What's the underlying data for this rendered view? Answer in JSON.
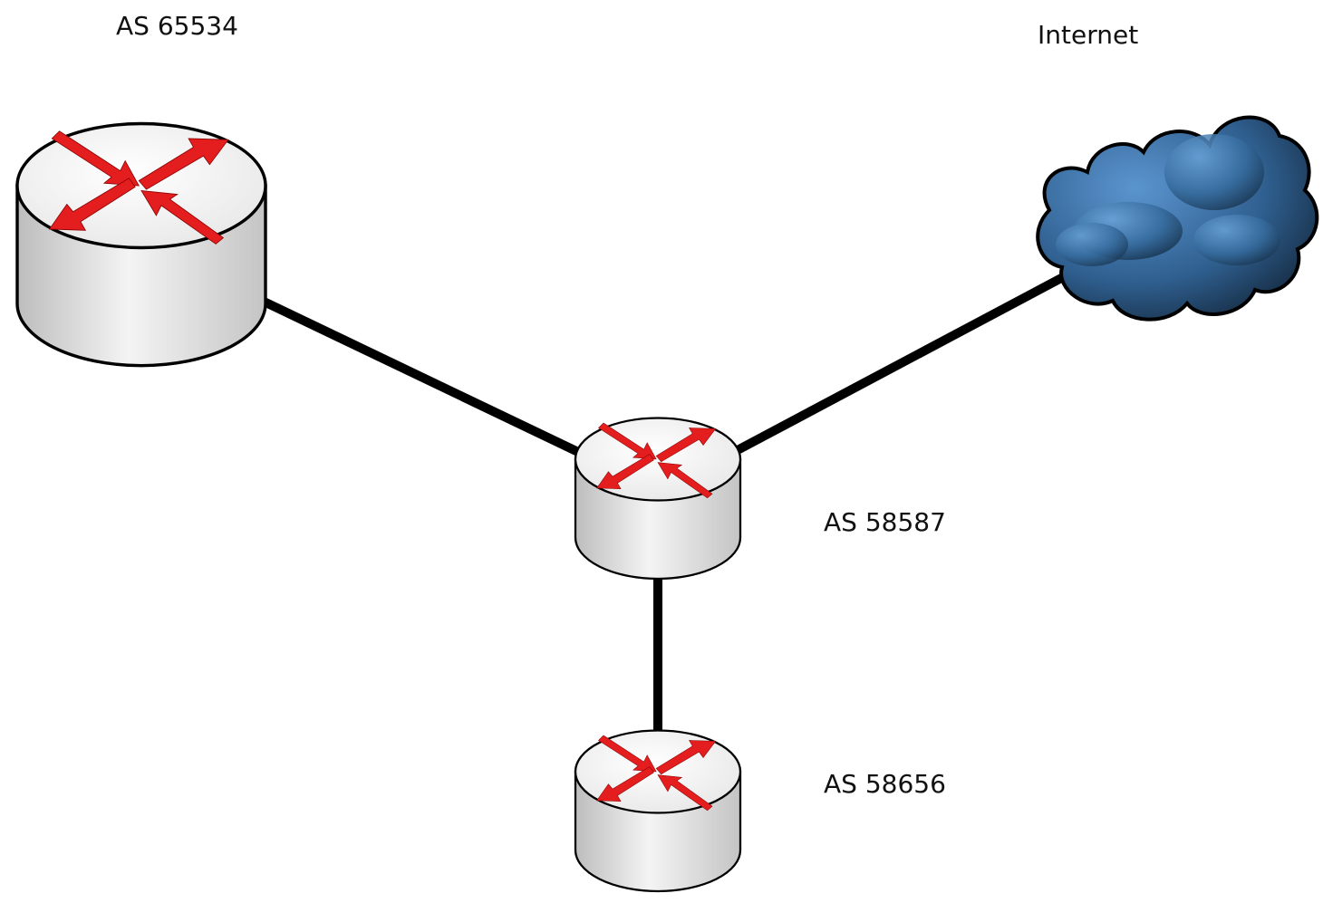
{
  "diagram": {
    "labels": {
      "as_65534": "AS 65534",
      "internet": "Internet",
      "as_58587": "AS 58587",
      "as_58656": "AS 58656"
    },
    "nodes": [
      {
        "id": "router-as65534",
        "kind": "router-icon",
        "label_key": "as_65534"
      },
      {
        "id": "router-as58587",
        "kind": "router-icon",
        "label_key": "as_58587"
      },
      {
        "id": "router-as58656",
        "kind": "router-icon",
        "label_key": "as_58656"
      },
      {
        "id": "internet-cloud",
        "kind": "cloud-icon",
        "label_key": "internet"
      }
    ],
    "links": [
      {
        "from": "router-as65534",
        "to": "router-as58587"
      },
      {
        "from": "router-as58587",
        "to": "internet-cloud"
      },
      {
        "from": "router-as58587",
        "to": "router-as58656"
      }
    ],
    "colors": {
      "router_top": "#f7f7f7",
      "router_side_light": "#f2f2f2",
      "router_side_dark": "#bdbdbd",
      "arrow": "#e41e1e",
      "link": "#000000",
      "cloud_light": "#4f89c4",
      "cloud_dark": "#0f1e2d"
    }
  }
}
